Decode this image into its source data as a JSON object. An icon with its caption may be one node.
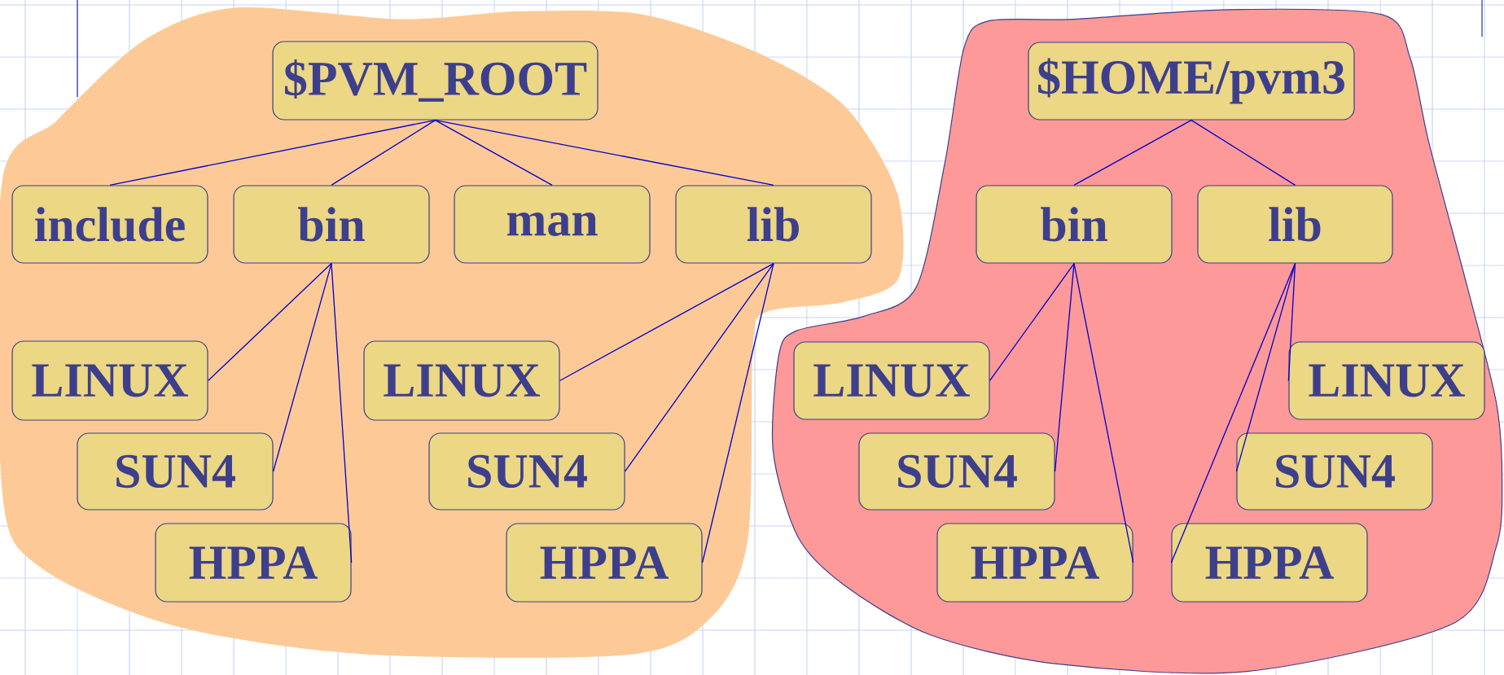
{
  "diagram": {
    "nodes": [
      {
        "text": [],
        "shape": "cloud"
      },
      {
        "text": [
          "$PVM_ROOT"
        ],
        "in": 0
      },
      {
        "text": [
          "include"
        ],
        "in": 0
      },
      {
        "text": [
          "bin"
        ],
        "in": 0
      },
      {
        "text": [
          "man"
        ],
        "in": 0
      },
      {
        "text": [
          "lib"
        ],
        "in": 0
      },
      {
        "text": [
          "LINUX"
        ],
        "in": 0
      },
      {
        "text": [
          "SUN4"
        ],
        "in": 0
      },
      {
        "text": [
          "HPPA"
        ],
        "in": 0
      },
      {
        "text": [
          "LINUX"
        ],
        "in": 0
      },
      {
        "text": [
          "SUN4"
        ],
        "in": 0
      },
      {
        "text": [
          "HPPA"
        ],
        "in": 0
      },
      {
        "text": [],
        "shape": "cloud"
      },
      {
        "text": [
          "$HOME/pvm3"
        ],
        "in": 12
      },
      {
        "text": [
          "bin"
        ],
        "in": 12
      },
      {
        "text": [
          "lib"
        ],
        "in": 12
      },
      {
        "text": [
          "LINUX"
        ],
        "in": 12
      },
      {
        "text": [
          "SUN4"
        ],
        "in": 12
      },
      {
        "text": [
          "HPPA"
        ],
        "in": 12
      },
      {
        "text": [
          "LINUX"
        ],
        "in": 12
      },
      {
        "text": [
          "SUN4"
        ],
        "in": 12
      },
      {
        "text": [
          "HPPA"
        ],
        "in": 12
      }
    ],
    "edges": [
      {
        "from": 1,
        "to": 2,
        "arrow": "none"
      },
      {
        "from": 1,
        "to": 3,
        "arrow": "none"
      },
      {
        "from": 1,
        "to": 4,
        "arrow": "none"
      },
      {
        "from": 1,
        "to": 5,
        "arrow": "none"
      },
      {
        "from": 3,
        "to": 6,
        "arrow": "none"
      },
      {
        "from": 3,
        "to": 7,
        "arrow": "none"
      },
      {
        "from": 3,
        "to": 8,
        "arrow": "none"
      },
      {
        "from": 5,
        "to": 9,
        "arrow": "none"
      },
      {
        "from": 5,
        "to": 10,
        "arrow": "none"
      },
      {
        "from": 5,
        "to": 11,
        "arrow": "none"
      },
      {
        "from": 13,
        "to": 14,
        "arrow": "none"
      },
      {
        "from": 13,
        "to": 15,
        "arrow": "none"
      },
      {
        "from": 14,
        "to": 16,
        "arrow": "none"
      },
      {
        "from": 14,
        "to": 17,
        "arrow": "none"
      },
      {
        "from": 14,
        "to": 18,
        "arrow": "none"
      },
      {
        "from": 15,
        "to": 19,
        "arrow": "none"
      },
      {
        "from": 15,
        "to": 20,
        "arrow": "none"
      },
      {
        "from": 15,
        "to": 21,
        "arrow": "none"
      }
    ]
  }
}
